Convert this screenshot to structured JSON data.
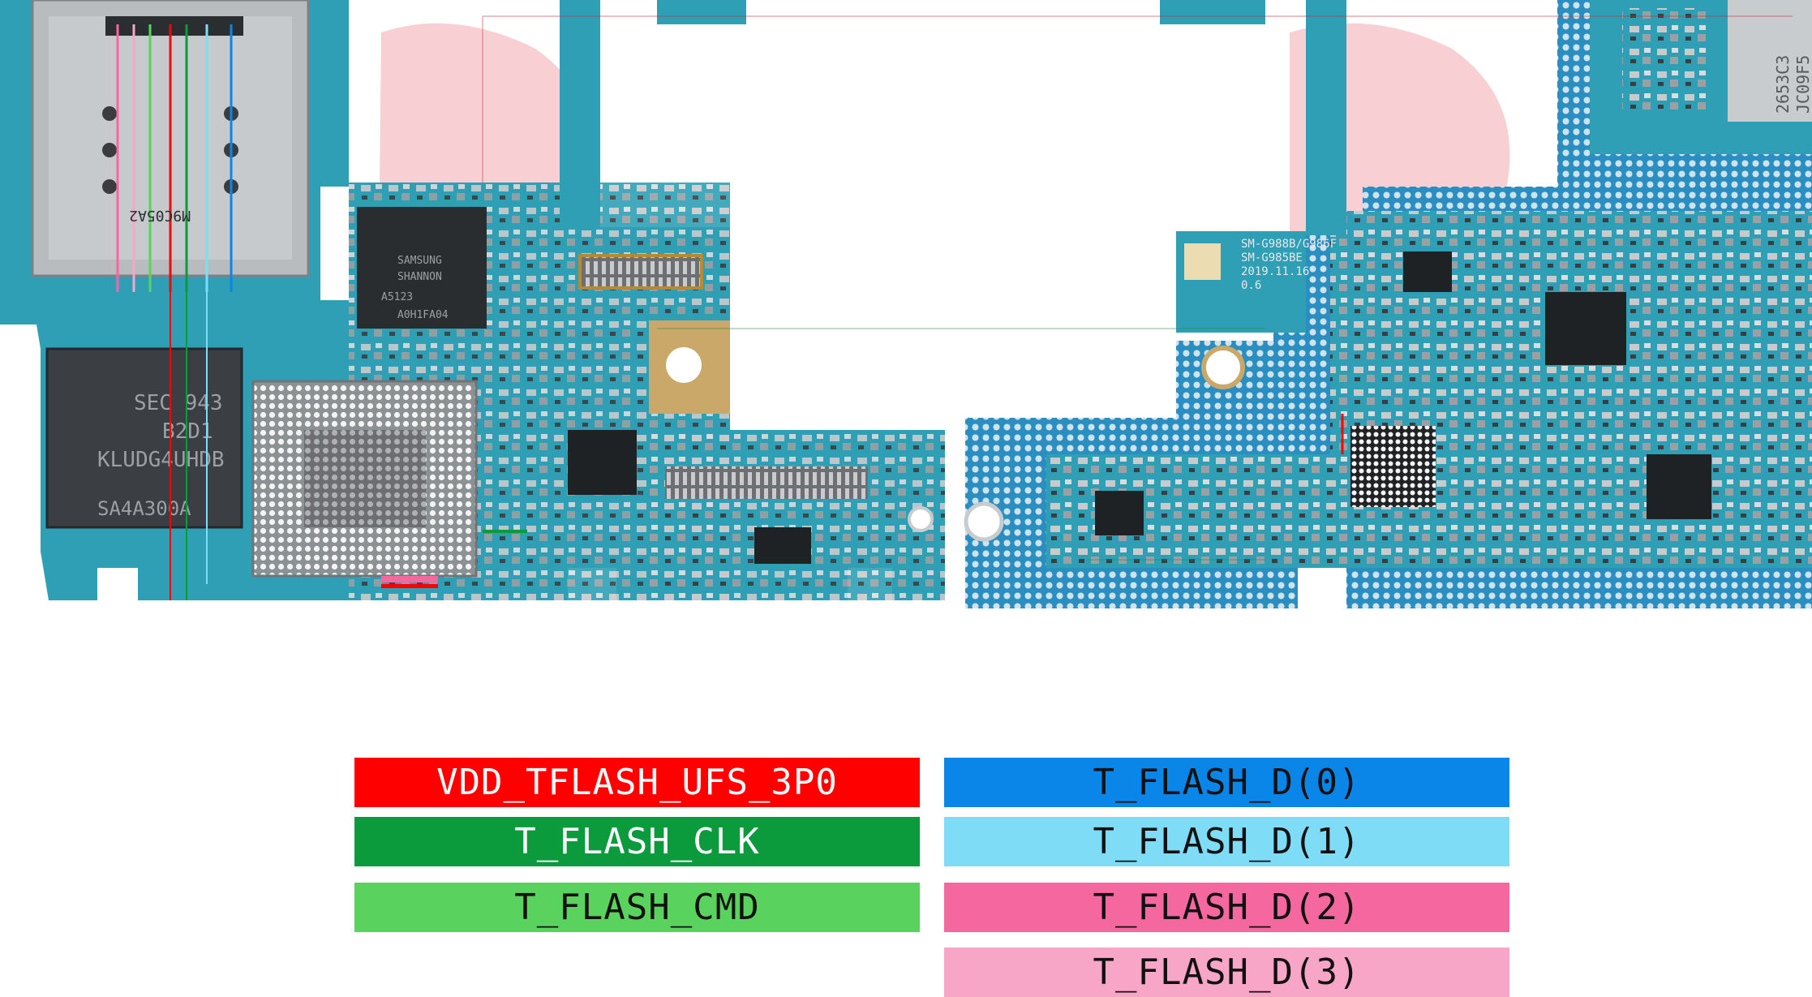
{
  "board": {
    "chip_labels": [
      {
        "text": "SEC 943",
        "role": "flash-marking-line-1"
      },
      {
        "text": "B2D1",
        "role": "flash-marking-line-2"
      },
      {
        "text": "KLUDG4UHDB",
        "role": "flash-marking-line-3"
      },
      {
        "text": "SA4A300A",
        "role": "flash-marking-line-4"
      },
      {
        "text": "SAMSUNG",
        "role": "modem-marking-line-1"
      },
      {
        "text": "SHANNON",
        "role": "modem-marking-line-2"
      },
      {
        "text": "A5123",
        "role": "modem-marking-line-3"
      },
      {
        "text": "A0H1FA04",
        "role": "modem-marking-line-4"
      },
      {
        "text": "M9C05A2",
        "role": "sim-tray-marking"
      },
      {
        "text": "SM-G988B/G986F",
        "role": "board-text-line-1"
      },
      {
        "text": "SM-G985BE",
        "role": "board-text-line-2"
      },
      {
        "text": "2019.11.16",
        "role": "board-text-line-3"
      },
      {
        "text": "0.6",
        "role": "board-text-line-4"
      },
      {
        "text": "2653C3",
        "role": "right-chip-line-1"
      },
      {
        "text": "JC09F5",
        "role": "right-chip-line-2"
      }
    ],
    "colors": {
      "pcb": "#2e9fb4",
      "pcb_dark": "#1d7f92",
      "chip": "#232629",
      "metal": "#b9bcbf",
      "copper": "#c9a86a",
      "watermark": "#f2a7ad"
    }
  },
  "legend": [
    {
      "label": "VDD_TFLASH_UFS_3P0",
      "color": "#ff0000",
      "text_color": "#ffffff"
    },
    {
      "label": "T_FLASH_CLK",
      "color": "#0b9a3c",
      "text_color": "#ffffff"
    },
    {
      "label": "T_FLASH_CMD",
      "color": "#5ad35e",
      "text_color": "#111111"
    },
    {
      "label": "T_FLASH_D(0)",
      "color": "#0a86e8",
      "text_color": "#111111"
    },
    {
      "label": "T_FLASH_D(1)",
      "color": "#7fdcf7",
      "text_color": "#111111"
    },
    {
      "label": "T_FLASH_D(2)",
      "color": "#f5689f",
      "text_color": "#111111"
    },
    {
      "label": "T_FLASH_D(3)",
      "color": "#f7a6c7",
      "text_color": "#111111"
    }
  ]
}
